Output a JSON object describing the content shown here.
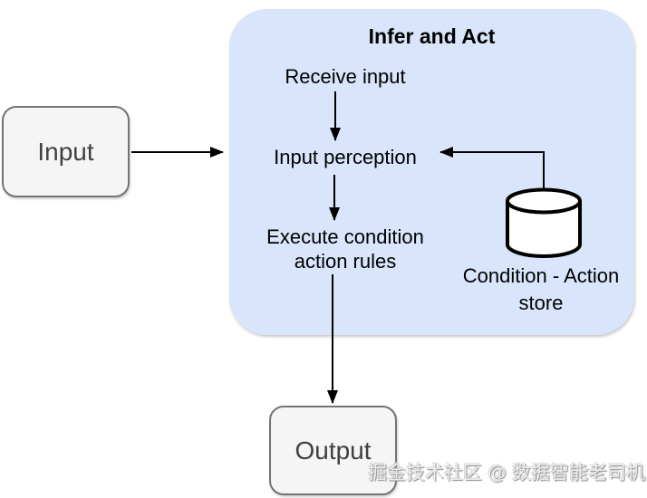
{
  "diagram": {
    "container": {
      "title": "Infer and Act"
    },
    "steps": {
      "receive_input": "Receive input",
      "input_perception": "Input perception",
      "execute_rules_line1": "Execute condition",
      "execute_rules_line2": "action rules",
      "store_line1": "Condition - Action",
      "store_line2": "store"
    },
    "nodes": {
      "input": "Input",
      "output": "Output"
    },
    "icons": {
      "store": "database-cylinder-icon"
    },
    "colors": {
      "container_fill": "#d8e5fa",
      "node_fill": "#f5f5f5",
      "node_border": "#737373",
      "node_text": "#404040",
      "line": "#000000",
      "text": "#000000"
    }
  },
  "watermark": {
    "text": "掘金技术社区 @ 数据智能老司机"
  }
}
